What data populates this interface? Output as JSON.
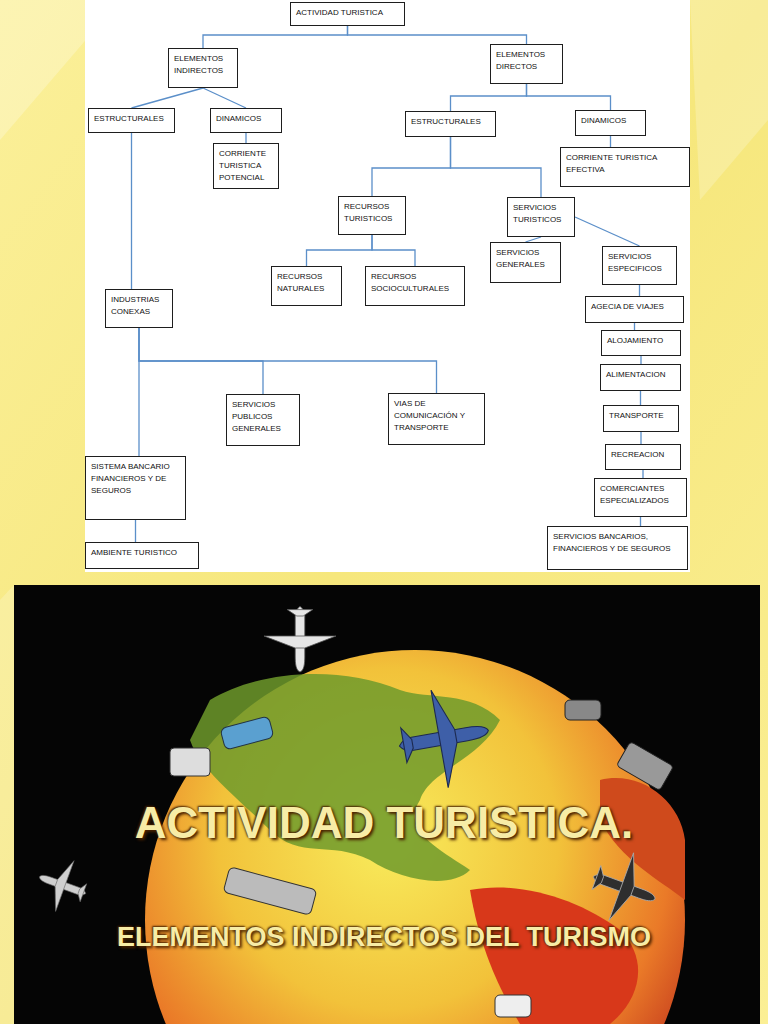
{
  "diagram": {
    "nodes": [
      {
        "text": [
          "ACTIVIDAD TURISTICA"
        ]
      },
      {
        "text": [
          "ELEMENTOS INDIRECTOS"
        ]
      },
      {
        "text": [
          "ELEMENTOS DIRECTOS"
        ]
      },
      {
        "text": [
          "ESTRUCTURALES"
        ]
      },
      {
        "text": [
          "DINAMICOS"
        ]
      },
      {
        "text": [
          "ESTRUCTURALES"
        ]
      },
      {
        "text": [
          "DINAMICOS"
        ]
      },
      {
        "text": [
          "CORRIENTE TURISTICA POTENCIAL"
        ]
      },
      {
        "text": [
          "CORRIENTE TURISTICA EFECTIVA"
        ]
      },
      {
        "text": [
          "RECURSOS TURISTICOS"
        ]
      },
      {
        "text": [
          "SERVICIOS TURISTICOS"
        ]
      },
      {
        "text": [
          "SERVICIOS GENERALES"
        ]
      },
      {
        "text": [
          "SERVICIOS ESPECIFICOS"
        ]
      },
      {
        "text": [
          "RECURSOS NATURALES"
        ]
      },
      {
        "text": [
          "RECURSOS SOCIOCULTURALES"
        ]
      },
      {
        "text": [
          "INDUSTRIAS CONEXAS"
        ]
      },
      {
        "text": [
          "AGECIA DE VIAJES"
        ]
      },
      {
        "text": [
          "ALOJAMIENTO"
        ]
      },
      {
        "text": [
          "ALIMENTACION"
        ]
      },
      {
        "text": [
          "SERVICIOS PUBLICOS GENERALES"
        ]
      },
      {
        "text": [
          "VIAS DE COMUNICACIÓN Y TRANSPORTE"
        ]
      },
      {
        "text": [
          "TRANSPORTE"
        ]
      },
      {
        "text": [
          "RECREACION"
        ]
      },
      {
        "text": [
          "SISTEMA BANCARIO FINANCIEROS Y DE SEGUROS"
        ]
      },
      {
        "text": [
          "COMERCIANTES ESPECIALIZADOS"
        ]
      },
      {
        "text": [
          "AMBIENTE TURISTICO"
        ]
      },
      {
        "text": [
          "SERVICIOS BANCARIOS, FINANCIEROS Y DE SEGUROS"
        ]
      }
    ],
    "edges": [
      {
        "from": 0,
        "to": 1,
        "arrow": "none"
      },
      {
        "from": 0,
        "to": 2,
        "arrow": "none"
      },
      {
        "from": 1,
        "to": 3,
        "arrow": "none"
      },
      {
        "from": 1,
        "to": 4,
        "arrow": "none"
      },
      {
        "from": 2,
        "to": 5,
        "arrow": "none"
      },
      {
        "from": 2,
        "to": 6,
        "arrow": "none"
      },
      {
        "from": 4,
        "to": 7,
        "arrow": "none"
      },
      {
        "from": 6,
        "to": 8,
        "arrow": "none"
      },
      {
        "from": 5,
        "to": 9,
        "arrow": "none"
      },
      {
        "from": 5,
        "to": 10,
        "arrow": "none"
      },
      {
        "from": 9,
        "to": 13,
        "arrow": "none"
      },
      {
        "from": 9,
        "to": 14,
        "arrow": "none"
      },
      {
        "from": 10,
        "to": 11,
        "arrow": "none"
      },
      {
        "from": 10,
        "to": 12,
        "arrow": "none"
      },
      {
        "from": 3,
        "to": 15,
        "arrow": "none"
      },
      {
        "from": 15,
        "to": 19,
        "arrow": "none"
      },
      {
        "from": 15,
        "to": 20,
        "arrow": "none"
      },
      {
        "from": 15,
        "to": 23,
        "arrow": "none"
      },
      {
        "from": 23,
        "to": 25,
        "arrow": "none"
      },
      {
        "from": 12,
        "to": 16,
        "arrow": "none"
      },
      {
        "from": 16,
        "to": 17,
        "arrow": "none"
      },
      {
        "from": 17,
        "to": 18,
        "arrow": "none"
      },
      {
        "from": 18,
        "to": 21,
        "arrow": "none"
      },
      {
        "from": 21,
        "to": 22,
        "arrow": "none"
      },
      {
        "from": 22,
        "to": 24,
        "arrow": "none"
      },
      {
        "from": 24,
        "to": 26,
        "arrow": "none"
      }
    ],
    "labels": [
      "ACTIVIDAD TURISTICA.",
      "ELEMENTOS INDIRECTOS DEL TURISMO"
    ]
  }
}
